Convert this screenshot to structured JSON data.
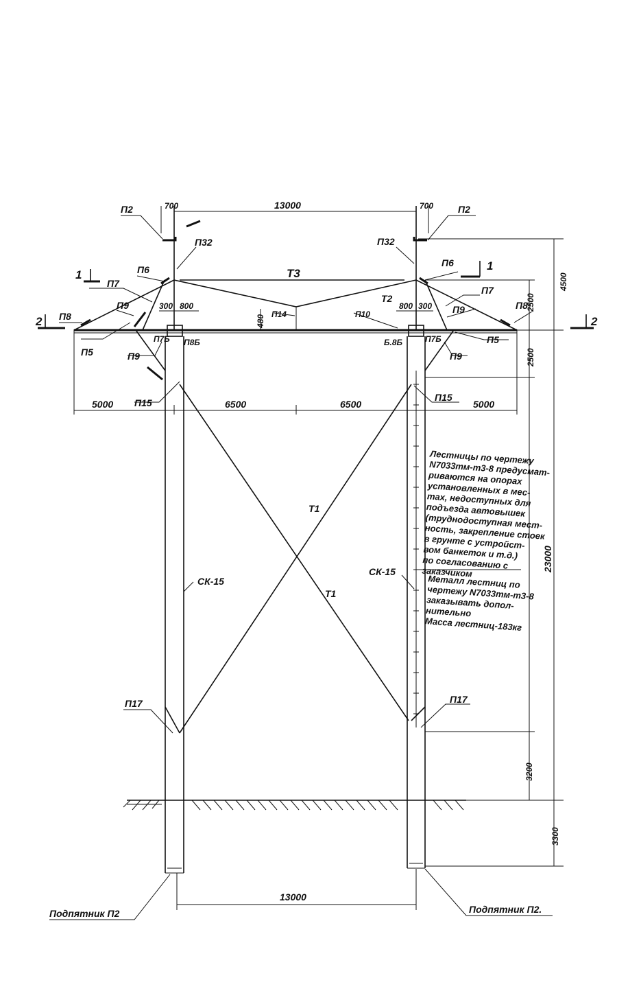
{
  "labels": {
    "p2_left": "П2",
    "p2_right": "П2",
    "p32_left": "П32",
    "p32_right": "П32",
    "p6_left": "П6",
    "p6_right": "П6",
    "p7_left": "П7",
    "p7_right": "П7",
    "p8_left": "П8",
    "p8_right": "П8",
    "p9_left_top": "П9",
    "p9_left_bot": "П9",
    "p9_right_top": "П9",
    "p9_right_bot": "П9",
    "p5_left": "П5",
    "p5_right": "П5",
    "p7b_left": "П7Б",
    "p7b_right": "П7Б",
    "p8b_left": "П8Б",
    "p8b_right": "Б.8Б",
    "p14": "П14",
    "p10": "П10",
    "p15_left": "П15",
    "p15_right": "П15",
    "p17_left": "П17",
    "p17_right": "П17",
    "t3": "Т3",
    "t2": "Т2",
    "t1_a": "Т1",
    "t1_b": "Т1",
    "ck15_left": "СК-15",
    "ck15_right": "СК-15",
    "section1_left": "1",
    "section1_right": "1",
    "section2_left": "2",
    "section2_right": "2",
    "podpyatnik_left": "Подпятник П2",
    "podpyatnik_right": "Подпятник П2."
  },
  "dimensions": {
    "d700_left": "700",
    "d700_right": "700",
    "d13000_top": "13000",
    "d300_left": "300",
    "d800_left": "800",
    "d800_right": "800",
    "d300_right": "300",
    "d480": "480",
    "d5000_left": "5000",
    "d6500_left": "6500",
    "d6500_right": "6500",
    "d5000_right": "5000",
    "d4500": "4500",
    "d2500_a": "2500",
    "d2500_b": "2500",
    "d23000": "23000",
    "d3200": "3200",
    "d3300": "3300",
    "d13000_bottom": "13000"
  },
  "notes": {
    "ladder_lines": [
      "Лестницы по чертежу",
      "N7033тм-т3-8 предусмат-",
      "риваются на опорах",
      "установленных в мес-",
      "тах, недоступных для",
      "подъезда автовышек",
      "(труднодоступная мест-",
      "ность, закрепление стоек",
      "в грунте с устройст-",
      "вом банкеток и т.д.)",
      "по согласованию с",
      "заказчиком"
    ],
    "metal_lines": [
      "Металл лестниц по",
      "чертежу N7033тм-т3-8",
      "заказывать допол-",
      "нительно",
      "Масса лестниц-183кг"
    ]
  }
}
